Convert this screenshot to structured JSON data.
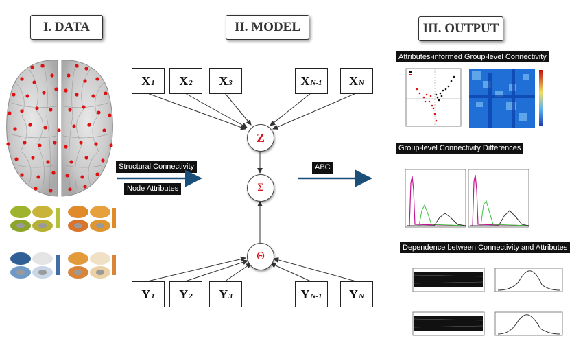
{
  "sections": {
    "data": "I. DATA",
    "model": "II. MODEL",
    "output": "III. OUTPUT"
  },
  "model": {
    "x_nodes": [
      {
        "base": "X",
        "sub": "1"
      },
      {
        "base": "X",
        "sub": "2"
      },
      {
        "base": "X",
        "sub": "3"
      },
      {
        "base": "X",
        "sub": "N-1"
      },
      {
        "base": "X",
        "sub": "N"
      }
    ],
    "y_nodes": [
      {
        "base": "Y",
        "sub": "1"
      },
      {
        "base": "Y",
        "sub": "2"
      },
      {
        "base": "Y",
        "sub": "3"
      },
      {
        "base": "Y",
        "sub": "N-1"
      },
      {
        "base": "Y",
        "sub": "N"
      }
    ],
    "z": "Z",
    "sigma": "Σ",
    "theta": "Θ"
  },
  "data_labels": {
    "structural": "Structural Connectivity",
    "node_attr": "Node Attributes"
  },
  "abc_label": "ABC",
  "outputs": {
    "o1": "Attributes-informed Group-level Connectivity",
    "o2": "Group-level Connectivity Differences",
    "o3": "Dependence between Connectivity and Attributes"
  },
  "colors": {
    "arrow_blue": "#1a4f7a",
    "red": "#d8141a",
    "dark": "#111111"
  }
}
